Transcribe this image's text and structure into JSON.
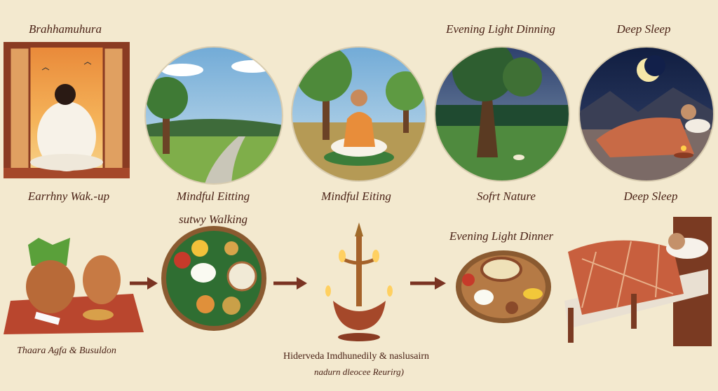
{
  "top_labels": {
    "brahmamuhurta": "Brahhamuhura",
    "evening_dinning": "Evening Light Dinning",
    "deep_sleep_top": "Deep Sleep"
  },
  "row_labels": {
    "wake_up": "Earrhny Wak.-up",
    "mindful_eitting": "Mindful Eitting",
    "walking": "sutwy Walking",
    "mindful_eiting": "Mindful Eiting",
    "soft_nature": "Sofrt Nature",
    "deep_sleep": "Deep Sleep",
    "evening_dinner": "Evening Light Dinner"
  },
  "bottom_labels": {
    "pots_caption": "Thaara Agfa & Busuldon",
    "lamp_caption_1": "Hiderveda Imdhunedily & naslusairn",
    "lamp_caption_2": "nadurn dleocee Reurirg)"
  },
  "colors": {
    "background": "#f3e9cf",
    "text": "#4a2216",
    "arrow": "#7a3322"
  }
}
